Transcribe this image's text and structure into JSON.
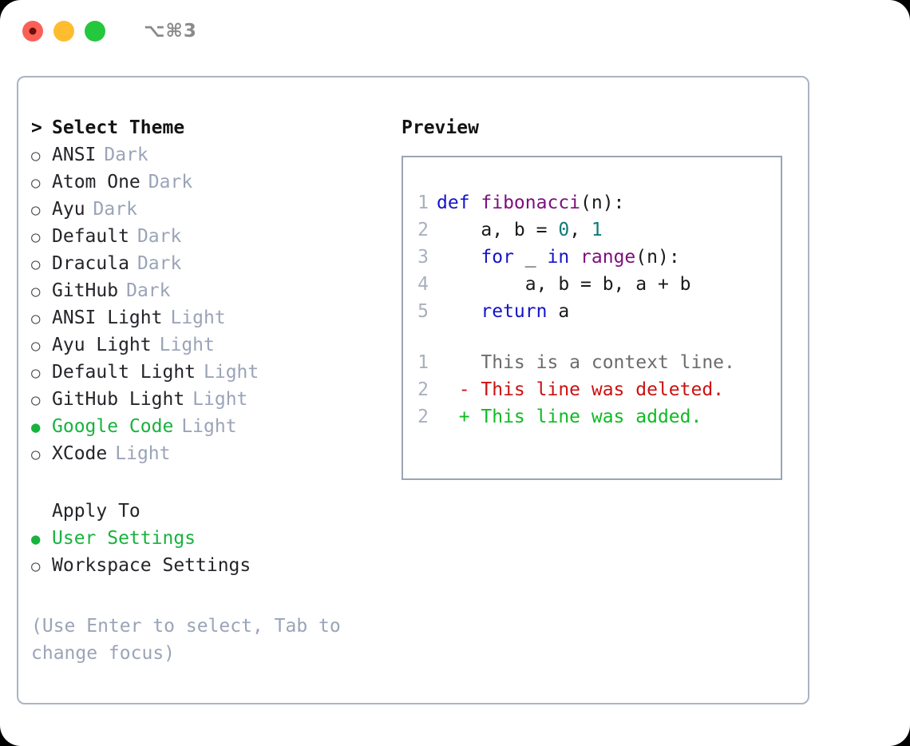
{
  "titlebar": {
    "shortcut": "⌥⌘3",
    "buttons": [
      {
        "name": "close",
        "color": "#fb6058"
      },
      {
        "name": "minimize",
        "color": "#febc2e"
      },
      {
        "name": "maximize",
        "color": "#25c73f"
      }
    ]
  },
  "theme_list": {
    "header": "Select Theme",
    "caret": ">",
    "marker_off": "○",
    "marker_on": "●",
    "items": [
      {
        "name": "ANSI",
        "tag": "Dark",
        "selected": false
      },
      {
        "name": "Atom One",
        "tag": "Dark",
        "selected": false
      },
      {
        "name": "Ayu",
        "tag": "Dark",
        "selected": false
      },
      {
        "name": "Default",
        "tag": "Dark",
        "selected": false
      },
      {
        "name": "Dracula",
        "tag": "Dark",
        "selected": false
      },
      {
        "name": "GitHub",
        "tag": "Dark",
        "selected": false
      },
      {
        "name": "ANSI Light",
        "tag": "Light",
        "selected": false
      },
      {
        "name": "Ayu Light",
        "tag": "Light",
        "selected": false
      },
      {
        "name": "Default Light",
        "tag": "Light",
        "selected": false
      },
      {
        "name": "GitHub Light",
        "tag": "Light",
        "selected": false
      },
      {
        "name": "Google Code",
        "tag": "Light",
        "selected": true
      },
      {
        "name": "XCode",
        "tag": "Light",
        "selected": false
      }
    ]
  },
  "apply_to": {
    "header": "Apply To",
    "items": [
      {
        "name": "User Settings",
        "selected": true
      },
      {
        "name": "Workspace Settings",
        "selected": false
      }
    ]
  },
  "hint": "(Use Enter to select, Tab to change focus)",
  "preview": {
    "title": "Preview",
    "code_lines": [
      {
        "lineno": "1",
        "tokens": [
          {
            "text": "def ",
            "type": "kw"
          },
          {
            "text": "fibonacci",
            "type": "fn"
          },
          {
            "text": "(n):",
            "type": "plain"
          }
        ]
      },
      {
        "lineno": "2",
        "tokens": [
          {
            "text": "    a, b = ",
            "type": "plain"
          },
          {
            "text": "0",
            "type": "num"
          },
          {
            "text": ", ",
            "type": "plain"
          },
          {
            "text": "1",
            "type": "num"
          }
        ]
      },
      {
        "lineno": "3",
        "tokens": [
          {
            "text": "    ",
            "type": "plain"
          },
          {
            "text": "for",
            "type": "kw"
          },
          {
            "text": " _ ",
            "type": "plain"
          },
          {
            "text": "in",
            "type": "kw"
          },
          {
            "text": " ",
            "type": "plain"
          },
          {
            "text": "range",
            "type": "fn"
          },
          {
            "text": "(n):",
            "type": "plain"
          }
        ]
      },
      {
        "lineno": "4",
        "tokens": [
          {
            "text": "        a, b = b, a + b",
            "type": "plain"
          }
        ]
      },
      {
        "lineno": "5",
        "tokens": [
          {
            "text": "    ",
            "type": "plain"
          },
          {
            "text": "return",
            "type": "kw"
          },
          {
            "text": " a",
            "type": "plain"
          }
        ]
      }
    ],
    "diff_lines": [
      {
        "lineno": "1",
        "sign": " ",
        "text": "This is a context line.",
        "type": "ctx"
      },
      {
        "lineno": "2",
        "sign": "-",
        "text": "This line was deleted.",
        "type": "del"
      },
      {
        "lineno": "2",
        "sign": "+",
        "text": "This line was added.",
        "type": "add"
      }
    ]
  },
  "colors": {
    "selected_green": "#17b33e",
    "tag_gray": "#9aa4b8",
    "hint_gray": "#9aa4b8",
    "keyword_blue": "#1414c8",
    "function_purple": "#7d0f7d",
    "number_teal": "#0c7a78",
    "diff_delete_red": "#cc1111",
    "diff_add_green": "#0fbb22",
    "panel_border": "#aab4c4",
    "code_border": "#9aa5b4"
  }
}
